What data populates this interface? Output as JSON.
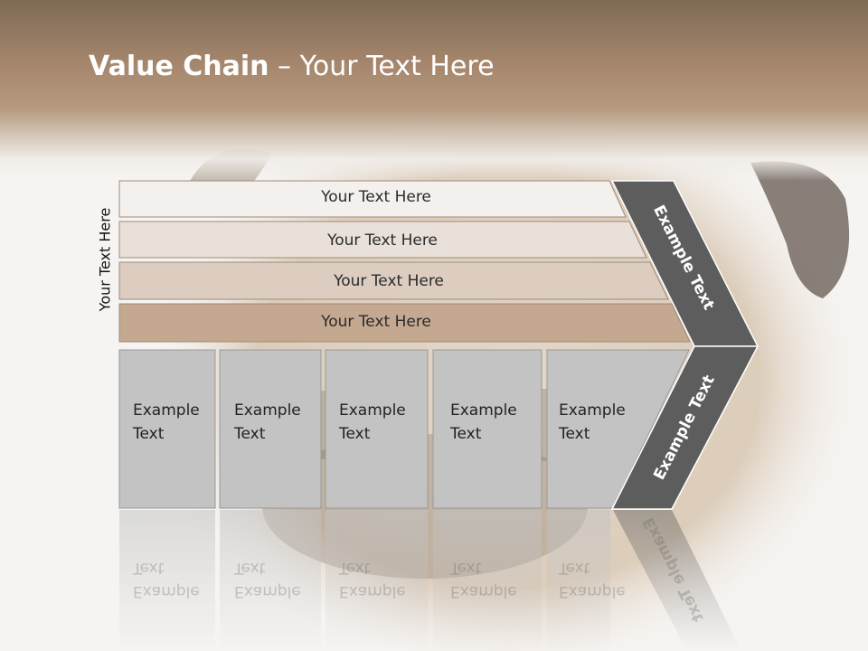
{
  "slide": {
    "title_bold": "Value Chain",
    "title_rest": " – Your Text Here",
    "side_label": "Your Text Here"
  },
  "rows": [
    {
      "label": "Your Text Here",
      "color": "#f3f0ee"
    },
    {
      "label": "Your Text Here",
      "color": "#e8e0d9"
    },
    {
      "label": "Your Text Here",
      "color": "#dccdc0"
    },
    {
      "label": "Your Text Here",
      "color": "#c5a890"
    }
  ],
  "activities": [
    {
      "line1": "Example",
      "line2": "Text"
    },
    {
      "line1": "Example",
      "line2": "Text"
    },
    {
      "line1": "Example",
      "line2": "Text"
    },
    {
      "line1": "Example",
      "line2": "Text"
    },
    {
      "line1": "Example",
      "line2": "Text"
    }
  ],
  "arrow": {
    "top_label": "Example Text",
    "bottom_label": "Example Text",
    "color": "#5d5d5d"
  },
  "colors": {
    "cell_fill": "#c3c3c3",
    "cell_border": "#9a9a9a"
  }
}
